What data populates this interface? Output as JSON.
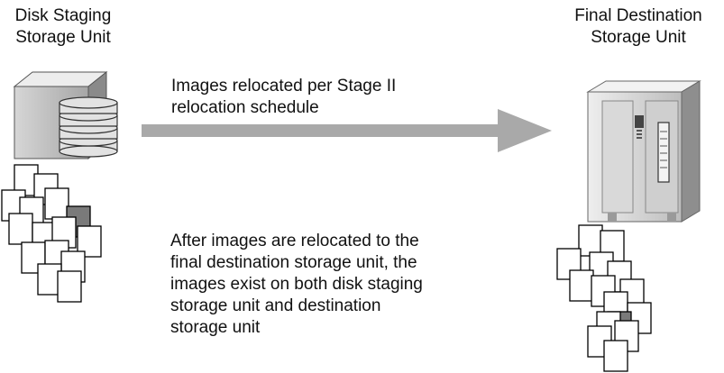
{
  "source": {
    "title_line1": "Disk Staging",
    "title_line2": "Storage Unit"
  },
  "destination": {
    "title_line1": "Final Destination",
    "title_line2": "Storage Unit"
  },
  "arrow": {
    "caption_line1": "Images relocated per Stage II",
    "caption_line2": "relocation schedule"
  },
  "note": {
    "line1": "After images are relocated to the",
    "line2": "final destination storage unit, the",
    "line3": "images exist on both disk staging",
    "line4": "storage unit and destination",
    "line5": "storage unit"
  },
  "colors": {
    "arrow": "#a9a9a9",
    "highlighted_image": "#7a7a7a",
    "image": "#ffffff",
    "outline": "#000000"
  },
  "icons": {
    "source": "disk-storage-icon",
    "destination": "storage-server-icon",
    "images": "image-document-icon"
  }
}
